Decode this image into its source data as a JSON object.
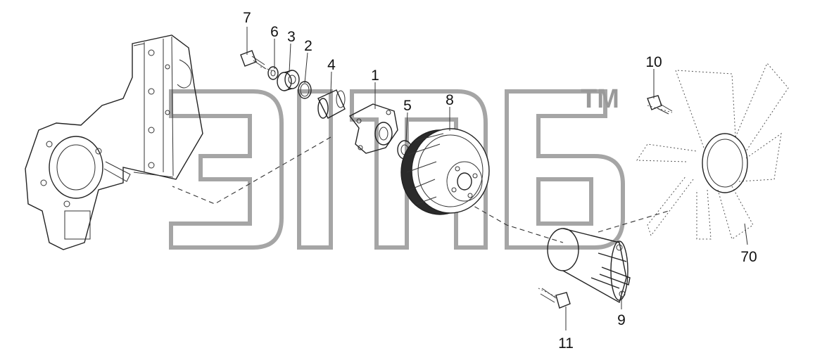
{
  "watermark": {
    "trademark": "TM"
  },
  "callouts": [
    {
      "id": "label-7",
      "text": "7"
    },
    {
      "id": "label-6",
      "text": "6"
    },
    {
      "id": "label-3",
      "text": "3"
    },
    {
      "id": "label-2",
      "text": "2"
    },
    {
      "id": "label-4",
      "text": "4"
    },
    {
      "id": "label-1",
      "text": "1"
    },
    {
      "id": "label-5",
      "text": "5"
    },
    {
      "id": "label-8",
      "text": "8"
    },
    {
      "id": "label-10",
      "text": "10"
    },
    {
      "id": "label-70",
      "text": "70"
    },
    {
      "id": "label-9",
      "text": "9"
    },
    {
      "id": "label-11",
      "text": "11"
    }
  ]
}
